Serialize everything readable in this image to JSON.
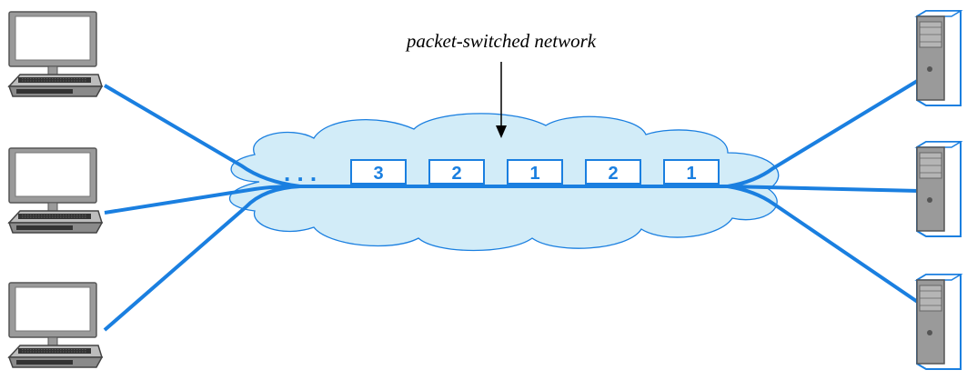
{
  "caption": "packet-switched network",
  "ellipsis": ". . .",
  "packets": [
    {
      "label": "3"
    },
    {
      "label": "2"
    },
    {
      "label": "1"
    },
    {
      "label": "2"
    },
    {
      "label": "1"
    }
  ],
  "colors": {
    "link": "#1a7fe0",
    "cloud_fill": "#d2ecf8",
    "cloud_stroke": "#1a7fe0",
    "packet_fill": "#ffffff",
    "computer_gray": "#a8a8a8"
  },
  "hosts": [
    {
      "icon": "desktop-computer-icon"
    },
    {
      "icon": "desktop-computer-icon"
    },
    {
      "icon": "desktop-computer-icon"
    }
  ],
  "servers": [
    {
      "icon": "server-icon"
    },
    {
      "icon": "server-icon"
    },
    {
      "icon": "server-icon"
    }
  ]
}
